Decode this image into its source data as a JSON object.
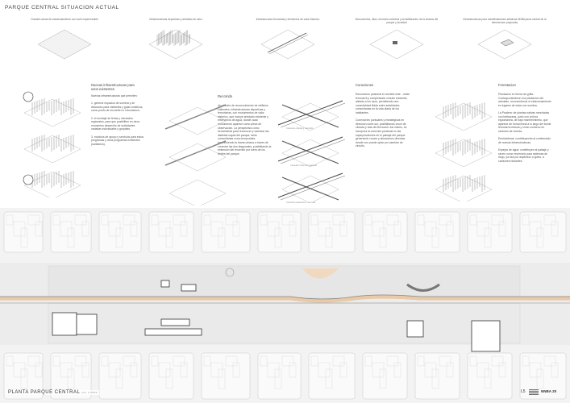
{
  "header": {
    "title": "PARQUE CENTRAL SITUACION ACTUAL"
  },
  "captions": [
    "Grandes areas de estacionamiento con suelo impermeable",
    "Infraestructuras deportivas y arbolado de valor",
    "Infraestructura ferroviaria y elementos de valor historico",
    "Monumentos, hitos, memoria colectiva y sensibilizacion de la historia del parque y locuidad",
    "Infraestructuras para manifestaciones artisticas NNBA pieza central de la intervencion propuesta"
  ],
  "sections": [
    {
      "heading": "Nuevas infraestructuras para usos existentes",
      "body": "Nuevas infraestructuras que permiten:\n\n1. generar espacios de sombra y de descanso para visitantes y guias turisticos, como punto de encuentro e informacion.\n\n2. el montaje de ferias y mercados regionales, para que posibiliten en otros momentos desarrollo de actividades variadas individuales y grupales.\n\n3. modulos de apoyo y servicios para estos programas y otros programas existentes (sanitarios)."
    },
    {
      "heading": "Recorrido",
      "body": "Un circuito de reconocimiento de edificios culturales, infraestructuras deportivas y ferroviarias, con monumentos de valor historico, que incluye arbolado existente y reservorios de agua, donde cada monumento aparece como pieza de observacion. La perspectiva como herramienta para reconocer y valorizar las distintas capas del parque, tanto comunitarias como temporales, reconociendo la trama urbana a traves de conectar las dos diagonales, posibilitando la extension del recorrido por fuera de los limites del parque."
    },
    {
      "heading": "Conexiones",
      "body": "Reconexion peatonal en sentido este - oeste ferrocarril y completando circuito existente, aislado a los usos, permitiendo una conectividad fluida entre actividades comunitarias en la vida diaria de los habitantes.\n\nConexiones puntuales y estrategicas en direccion norte-sur, posibilitando cruce de ciclovia y vias de ferrocarril. Asi mismo, se incorpora la conexion peatonal en las superposiciones en el paisaje del parque generando cruces y situaciones diversas donde uno puede optar por cambiar de circuito."
    },
    {
      "heading": "Forestacion",
      "body": "Plantacion en forma de grilla: Contraponiendose a la plantacion del arbolado, reconvertimos el estacionamiento en lugares de estar con sombra.\n\nLa Pradera: de plantas nativas mezcladas con herbaceas, junto con la flora espontanea, de bajo mantenimiento, que aparece de forma lineal a lo largo del borde ferrocarril-ciclovia y como contorno en sectores de vereda.\n\nEnredaderas: contribuyendo al conformado de nuevas infraestructuras.\n\nEspejos de agua: contribuyen al paisaje y sirven como reservorio para sistemas de riego, ya sea por aspersion o goteo, a camiones hidrantes."
    }
  ],
  "diagram_captions": [
    "Conexion ciclovia y recorrido",
    "Conexion norte-sur peatonal",
    "Conexion peatonal en recorrido"
  ],
  "plan": {
    "title": "PLANTA PARQUE CENTRAL",
    "scale": "esc 1:2500",
    "sheet": "L5",
    "lamina": "NNBA 20"
  },
  "colors": {
    "accent": "#e8c9a8",
    "path": "#8a8a8a"
  }
}
